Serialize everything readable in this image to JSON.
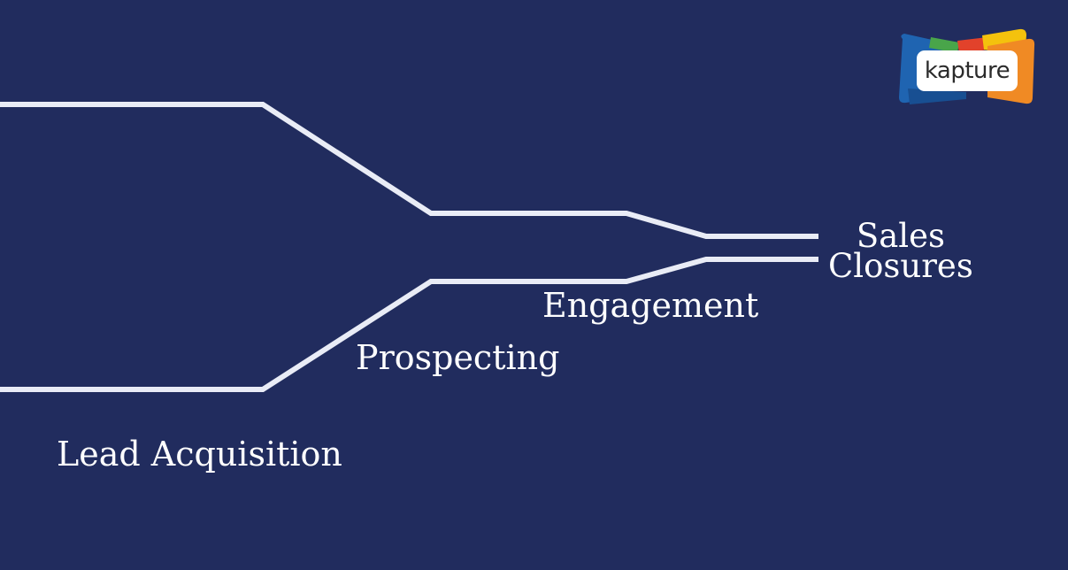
{
  "diagram": {
    "stages": [
      {
        "label": "Lead Acquisition"
      },
      {
        "label": "Prospecting"
      },
      {
        "label": "Engagement"
      },
      {
        "label": "Sales"
      },
      {
        "label": "Closures"
      }
    ]
  },
  "brand": {
    "name": "kapture",
    "colors": {
      "background": "#212c5e",
      "line": "#e9ecf6",
      "logo_blue": "#1f64b1",
      "logo_yellow": "#f4c20d",
      "logo_orange": "#f08a24",
      "logo_green": "#49a54a",
      "logo_red": "#e2422b"
    }
  }
}
